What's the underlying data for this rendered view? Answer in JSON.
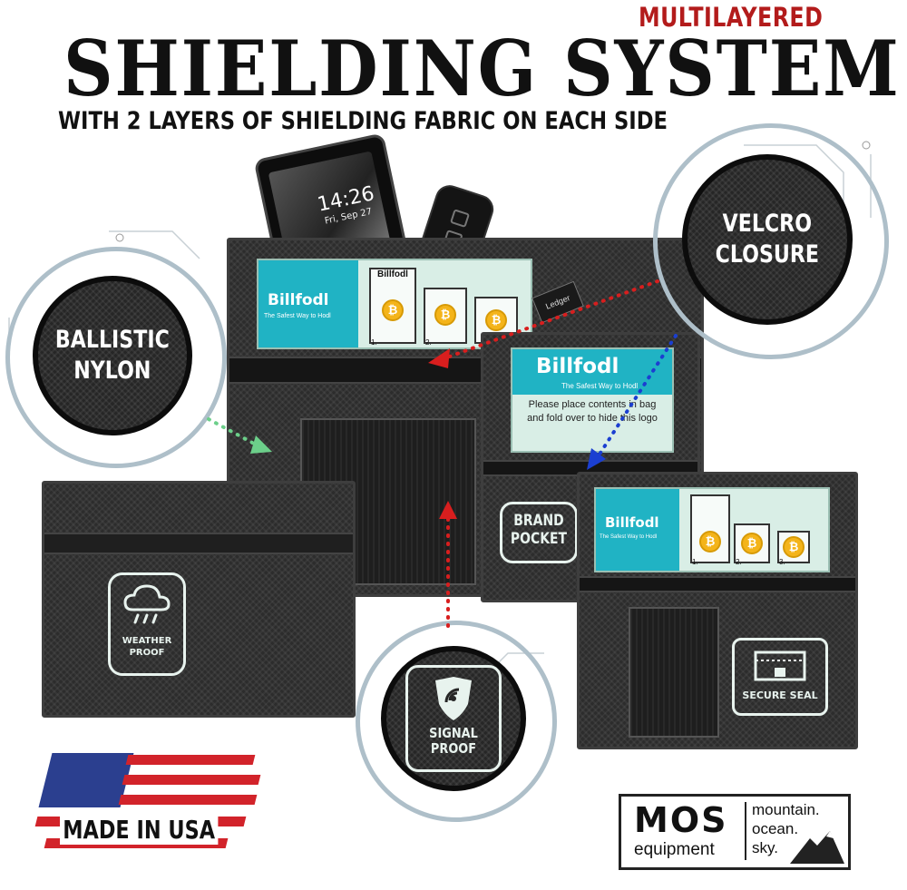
{
  "header": {
    "kicker": "MULTILAYERED",
    "title": "SHIELDING SYSTEM",
    "subtitle": "WITH 2 LAYERS OF SHIELDING FABRIC ON EACH SIDE"
  },
  "phone": {
    "time": "14:26",
    "date": "Fri, Sep 27"
  },
  "brand": {
    "name": "Billfodl",
    "tagline": "The Safest Way to Hodl",
    "steps": [
      "1.",
      "2.",
      "3."
    ],
    "coin_symbol": "₿",
    "instruction": "Please place contents in bag and fold over to hide this logo",
    "ledger_tag": "Ledger"
  },
  "badges": {
    "ballistic": "BALLISTIC\nNYLON",
    "velcro": "VELCRO\nCLOSURE",
    "signal": "SIGNAL\nPROOF"
  },
  "pouch_labels": {
    "weather": "WEATHER\nPROOF",
    "brand_pocket": "BRAND\nPOCKET",
    "secure_seal": "SECURE SEAL"
  },
  "made_in": "MADE IN USA",
  "mos": {
    "logo": "MOS",
    "sub": "equipment",
    "line1": "mountain.",
    "line2": "ocean.",
    "line3": "sky."
  },
  "colors": {
    "title": "#111111",
    "kicker": "#b31b1b",
    "teal": "#20b3c4",
    "arrow_red": "#d81e1e",
    "arrow_blue": "#1b3fd1",
    "arrow_green": "#6ccf8a",
    "ring": "#aebfc9"
  },
  "icons": [
    "cloud-rain-icon",
    "shield-wifi-icon",
    "envelope-seal-icon",
    "bitcoin-icon",
    "mountain-icon"
  ]
}
